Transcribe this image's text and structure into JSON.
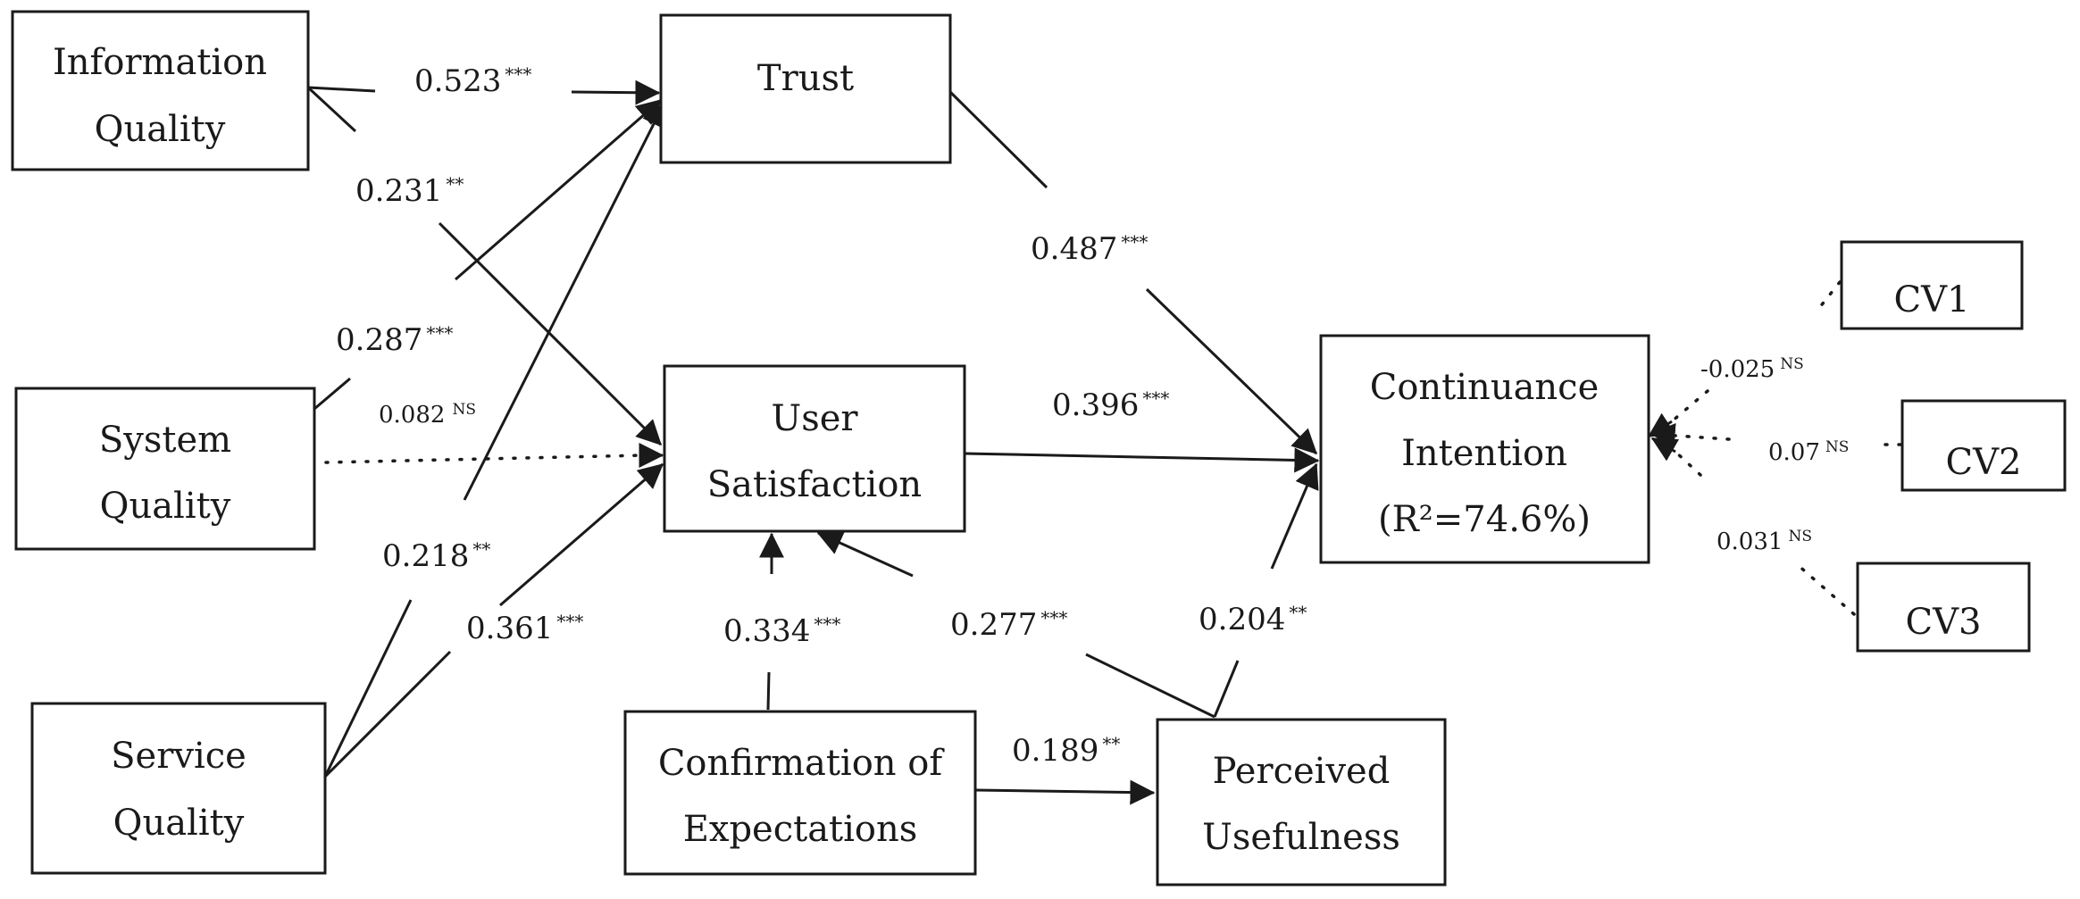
{
  "nodes": {
    "info_quality": [
      "Information",
      "Quality"
    ],
    "trust": [
      "Trust"
    ],
    "system_quality": [
      "System",
      "Quality"
    ],
    "user_satisfaction": [
      "User",
      "Satisfaction"
    ],
    "service_quality": [
      "Service",
      "Quality"
    ],
    "confirmation": [
      "Confirmation of",
      "Expectations"
    ],
    "perceived_usefulness": [
      "Perceived",
      "Usefulness"
    ],
    "continuance": [
      "Continuance",
      "Intention",
      "(R²=74.6%)"
    ],
    "cv1": [
      "CV1"
    ],
    "cv2": [
      "CV2"
    ],
    "cv3": [
      "CV3"
    ]
  },
  "paths": {
    "iq_trust": {
      "value": "0.523",
      "sig": "***"
    },
    "iq_us": {
      "value": "0.231",
      "sig": "**"
    },
    "sq_trust": {
      "value": "0.287",
      "sig": "***"
    },
    "sq_us": {
      "value": "0.082",
      "sig": "NS"
    },
    "svq_trust": {
      "value": "0.218",
      "sig": "**"
    },
    "svq_us": {
      "value": "0.361",
      "sig": "***"
    },
    "trust_ci": {
      "value": "0.487",
      "sig": "***"
    },
    "us_ci": {
      "value": "0.396",
      "sig": "***"
    },
    "ce_us": {
      "value": "0.334",
      "sig": "***"
    },
    "pu_us": {
      "value": "0.277",
      "sig": "***"
    },
    "pu_ci": {
      "value": "0.204",
      "sig": "**"
    },
    "ce_pu": {
      "value": "0.189",
      "sig": "**"
    },
    "cv1_ci": {
      "value": "-0.025",
      "sig": "NS"
    },
    "cv2_ci": {
      "value": "0.07",
      "sig": "NS"
    },
    "cv3_ci": {
      "value": "0.031",
      "sig": "NS"
    }
  }
}
